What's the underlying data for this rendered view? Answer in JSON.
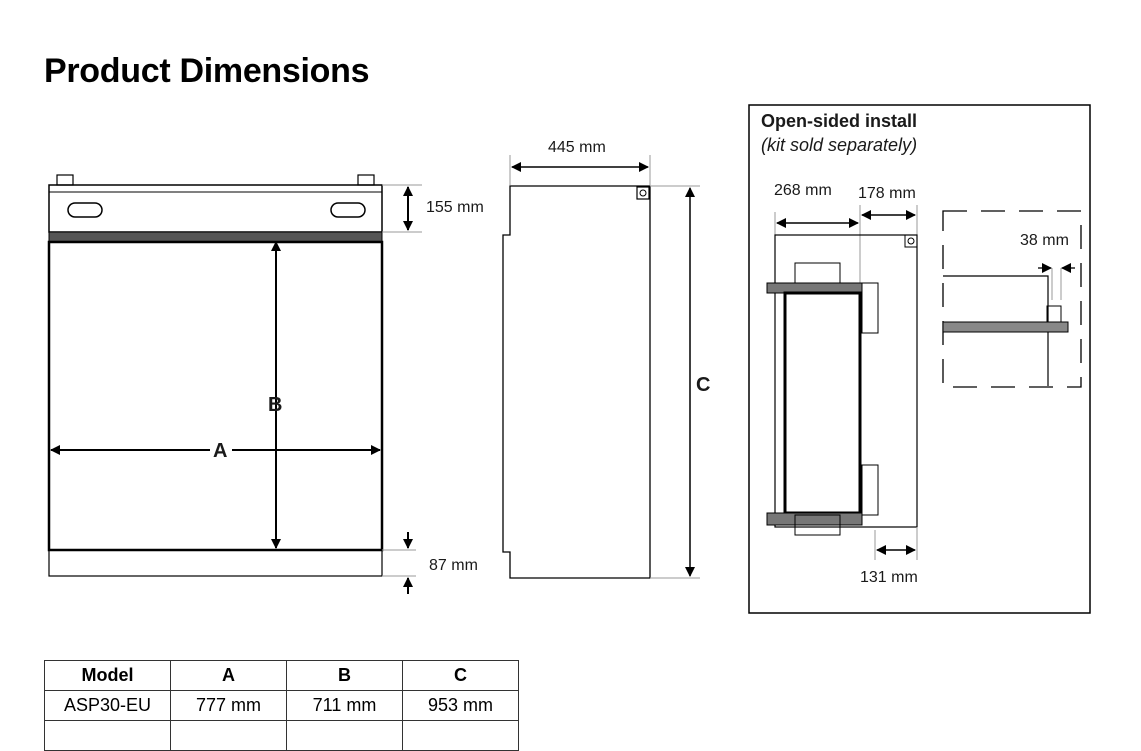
{
  "title": "Product Dimensions",
  "front_view": {
    "label_a": "A",
    "label_b": "B",
    "top_dim": "155 mm",
    "bottom_dim": "87 mm"
  },
  "side_view": {
    "width_dim": "445 mm",
    "label_c": "C"
  },
  "inset": {
    "title": "Open-sided install",
    "subtitle": "(kit sold separately)",
    "dim_1": "268 mm",
    "dim_2": "178 mm",
    "dim_3": "38 mm",
    "dim_4": "131 mm"
  },
  "table": {
    "headers": [
      "Model",
      "A",
      "B",
      "C"
    ],
    "rows": [
      [
        "ASP30-EU",
        "777 mm",
        "711 mm",
        "953 mm"
      ],
      [
        "",
        "",
        "",
        ""
      ]
    ]
  }
}
